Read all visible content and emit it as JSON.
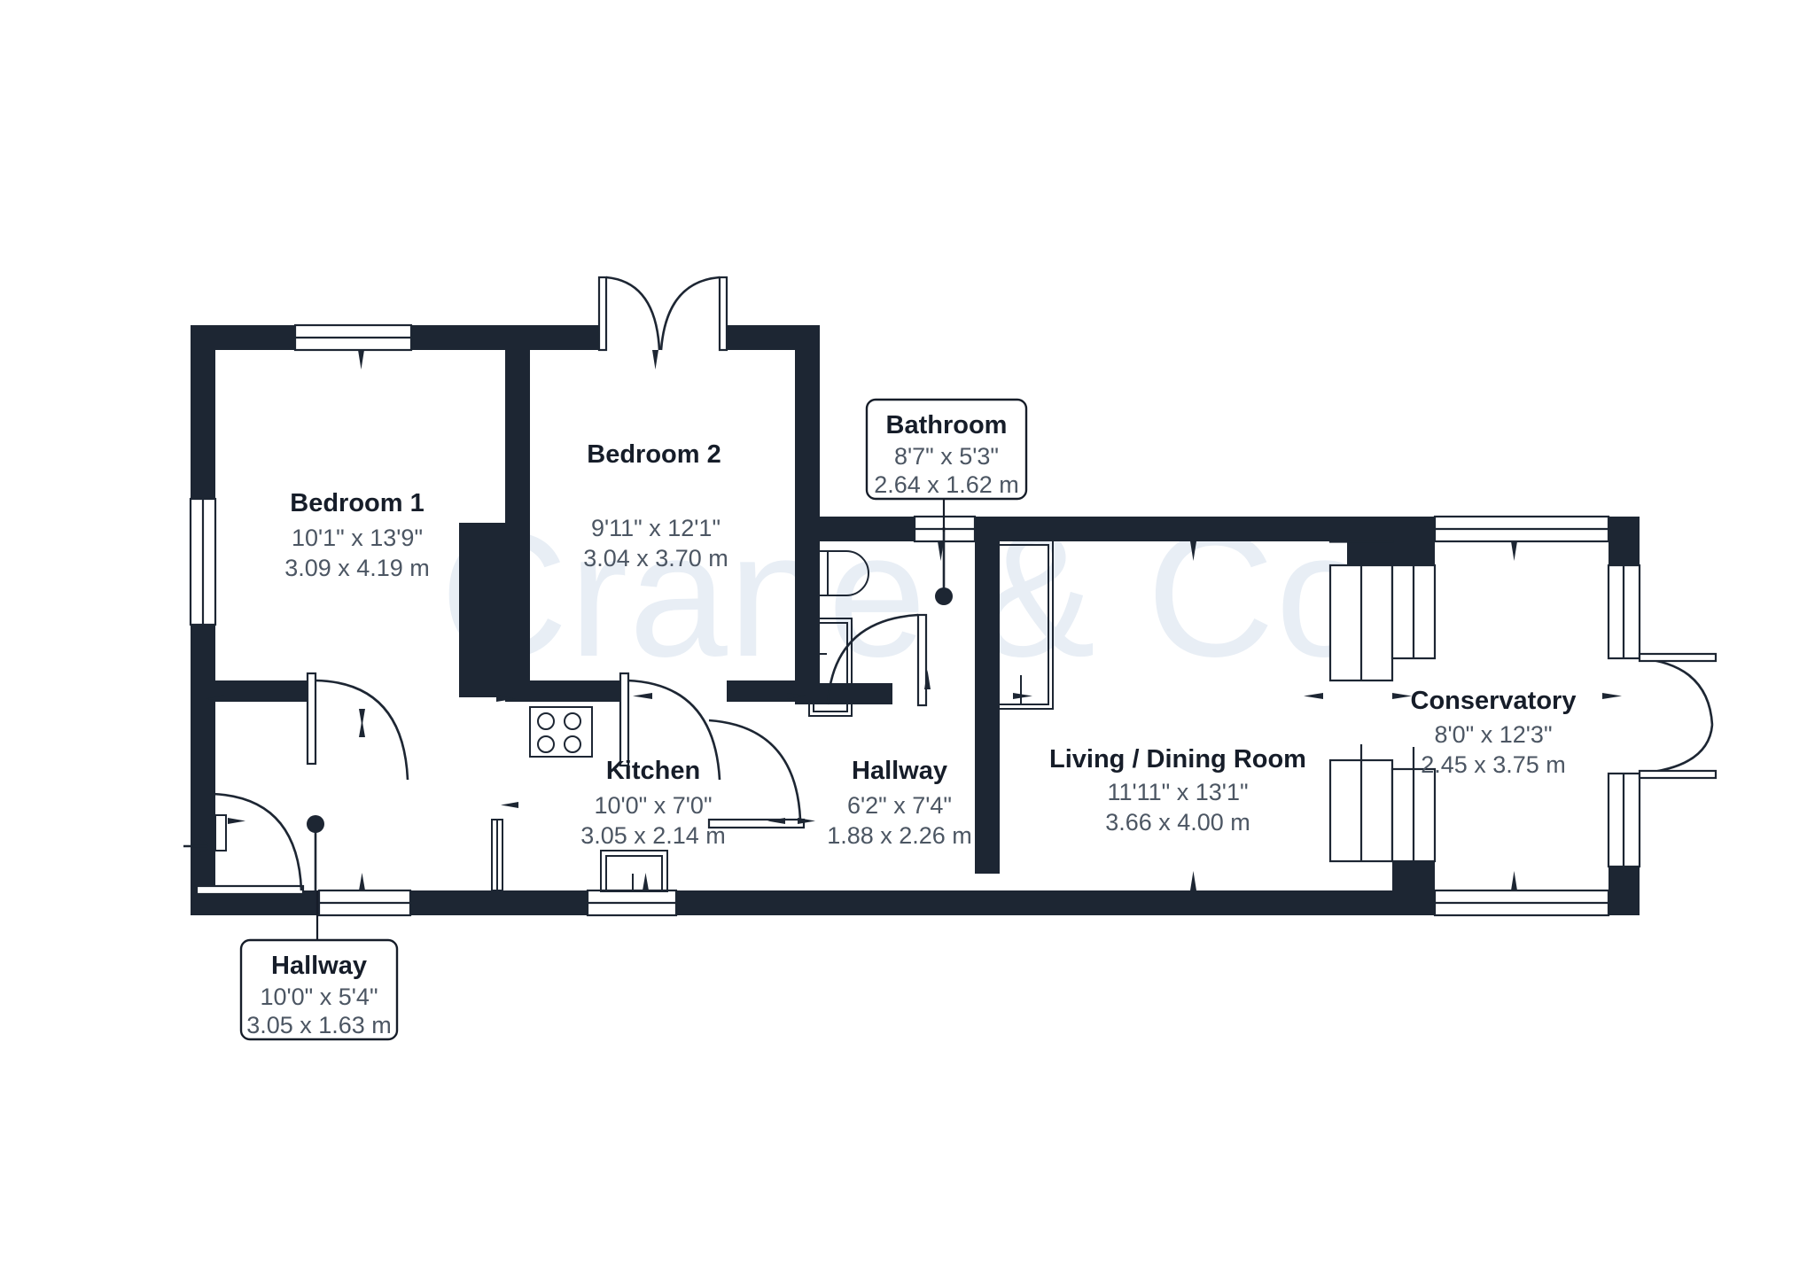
{
  "document": {
    "type": "floor-plan",
    "watermark": "Crane & Co",
    "background_color": "#ffffff",
    "wall_color": "#1d2633",
    "title_color": "#161d29",
    "dimension_color": "#4c5663",
    "watermark_color": "#e8eef5"
  },
  "rooms": [
    {
      "key": "bedroom1",
      "name": "Bedroom 1",
      "dim_imperial": "10'1\" x 13'9\"",
      "dim_metric": "3.09 x 4.19 m",
      "label_style": "inline"
    },
    {
      "key": "bedroom2",
      "name": "Bedroom 2",
      "dim_imperial": "9'11\" x 12'1\"",
      "dim_metric": "3.04 x 3.70 m",
      "label_style": "inline"
    },
    {
      "key": "bathroom",
      "name": "Bathroom",
      "dim_imperial": "8'7\" x 5'3\"",
      "dim_metric": "2.64 x 1.62 m",
      "label_style": "callout"
    },
    {
      "key": "kitchen",
      "name": "Kitchen",
      "dim_imperial": "10'0\" x 7'0\"",
      "dim_metric": "3.05 x 2.14 m",
      "label_style": "inline"
    },
    {
      "key": "hallway_inner",
      "name": "Hallway",
      "dim_imperial": "6'2\" x 7'4\"",
      "dim_metric": "1.88 x 2.26 m",
      "label_style": "inline"
    },
    {
      "key": "living_dining",
      "name": "Living / Dining Room",
      "dim_imperial": "11'11\" x 13'1\"",
      "dim_metric": "3.66 x 4.00 m",
      "label_style": "inline"
    },
    {
      "key": "conservatory",
      "name": "Conservatory",
      "dim_imperial": "8'0\" x 12'3\"",
      "dim_metric": "2.45 x 3.75 m",
      "label_style": "inline"
    },
    {
      "key": "hallway_entrance",
      "name": "Hallway",
      "dim_imperial": "10'0\" x 5'4\"",
      "dim_metric": "3.05 x 1.63 m",
      "label_style": "callout"
    }
  ],
  "fixtures": [
    {
      "name": "kitchen-hob",
      "room": "kitchen"
    },
    {
      "name": "kitchen-sink",
      "room": "kitchen"
    },
    {
      "name": "bathroom-toilet",
      "room": "bathroom"
    },
    {
      "name": "bathroom-basin",
      "room": "bathroom"
    },
    {
      "name": "bathroom-bath",
      "room": "bathroom"
    },
    {
      "name": "ceiling-light-bathroom",
      "room": "bathroom"
    },
    {
      "name": "ceiling-light-hallway",
      "room": "hallway_entrance"
    }
  ],
  "entrance": {
    "name": "entrance-arrow",
    "description": "front door entry direction arrow"
  }
}
